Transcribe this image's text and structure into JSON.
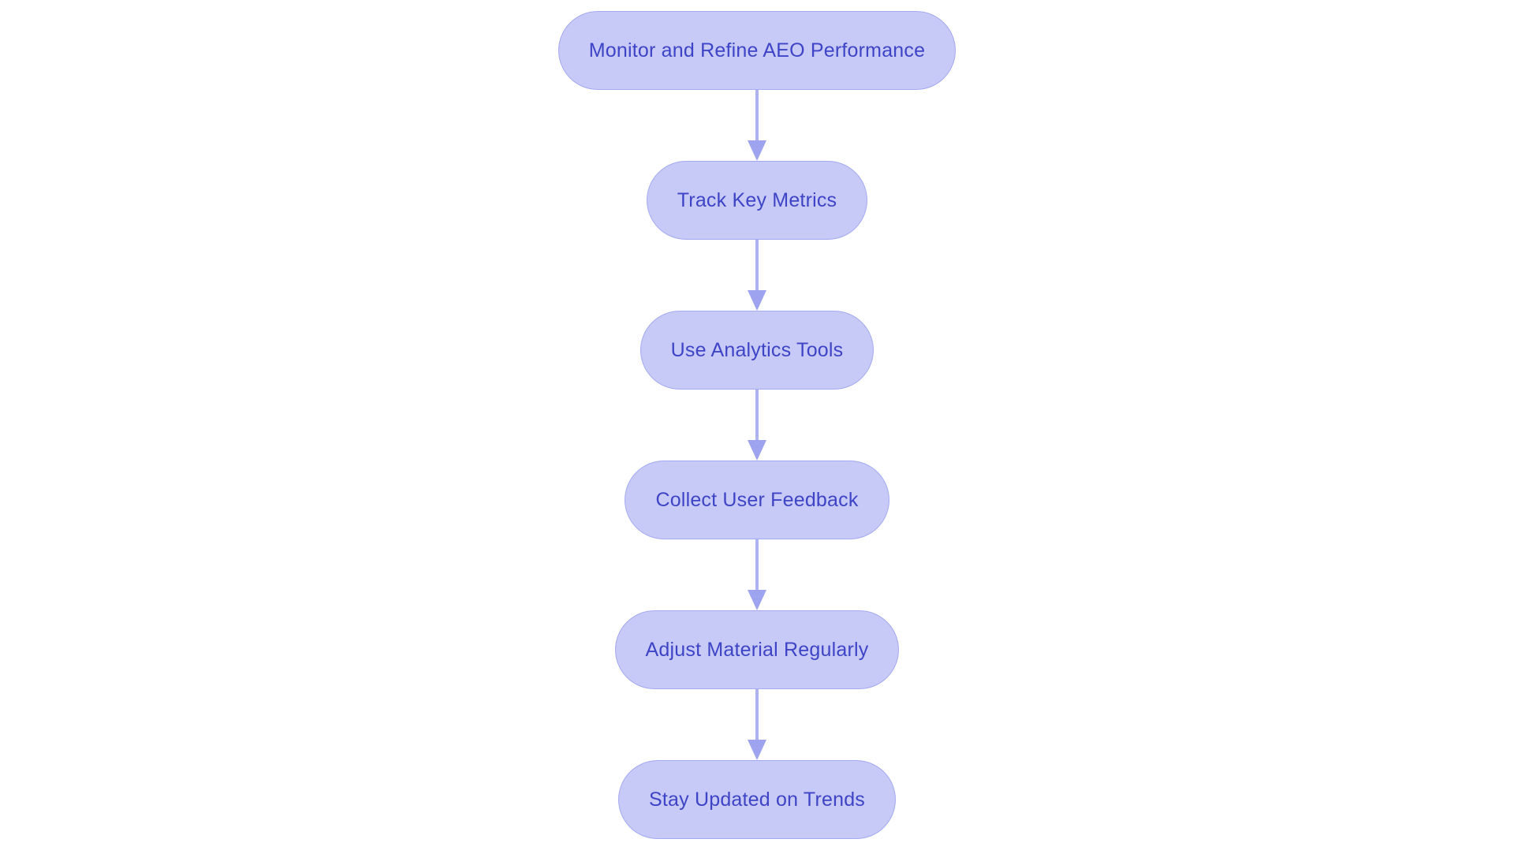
{
  "page": {
    "background": "#ffffff"
  },
  "diagram": {
    "type": "flowchart",
    "direction": "top-to-bottom",
    "node_style": {
      "fill": "#c7c9f7",
      "border": "#a4aaf0",
      "text_color": "#3d44c6"
    },
    "arrow_style": {
      "stem": "#aeb3f1",
      "head": "#9da3ee"
    },
    "nodes": [
      {
        "label": "Monitor and Refine AEO Performance"
      },
      {
        "label": "Track Key Metrics"
      },
      {
        "label": "Use Analytics Tools"
      },
      {
        "label": "Collect User Feedback"
      },
      {
        "label": "Adjust Material Regularly"
      },
      {
        "label": "Stay Updated on Trends"
      }
    ],
    "edges": [
      {
        "from": "Monitor and Refine AEO Performance",
        "to": "Track Key Metrics"
      },
      {
        "from": "Track Key Metrics",
        "to": "Use Analytics Tools"
      },
      {
        "from": "Use Analytics Tools",
        "to": "Collect User Feedback"
      },
      {
        "from": "Collect User Feedback",
        "to": "Adjust Material Regularly"
      },
      {
        "from": "Adjust Material Regularly",
        "to": "Stay Updated on Trends"
      }
    ]
  }
}
